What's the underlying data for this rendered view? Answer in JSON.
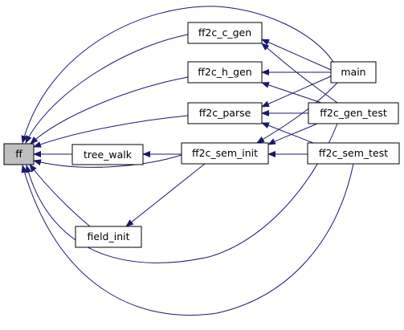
{
  "colors": {
    "edge": "#191970",
    "node_fill": "#ffffff",
    "node_border": "#000000",
    "focus_fill": "#bfbfbf",
    "highlight_border": "#ff0000"
  },
  "nodes": {
    "ff": {
      "label": "ff"
    },
    "tree_walk": {
      "label": "tree_walk"
    },
    "field_init": {
      "label": "field_init"
    },
    "ff2c_c_gen": {
      "label": "ff2c_c_gen"
    },
    "ff2c_h_gen": {
      "label": "ff2c_h_gen"
    },
    "ff2c_parse": {
      "label": "ff2c_parse"
    },
    "ff2c_sem_init": {
      "label": "ff2c_sem_init"
    },
    "main": {
      "label": "main"
    },
    "ff2c_gen_test": {
      "label": "ff2c_gen_test"
    },
    "ff2c_sem_test": {
      "label": "ff2c_sem_test"
    }
  },
  "edges": [
    {
      "from": "tree_walk",
      "to": "ff"
    },
    {
      "from": "field_init",
      "to": "ff"
    },
    {
      "from": "ff2c_c_gen",
      "to": "ff"
    },
    {
      "from": "ff2c_h_gen",
      "to": "ff"
    },
    {
      "from": "ff2c_parse",
      "to": "ff"
    },
    {
      "from": "ff2c_sem_init",
      "to": "ff"
    },
    {
      "from": "main",
      "to": "ff"
    },
    {
      "from": "ff2c_gen_test",
      "to": "ff"
    },
    {
      "from": "ff2c_sem_test",
      "to": "ff"
    },
    {
      "from": "ff2c_sem_init",
      "to": "tree_walk"
    },
    {
      "from": "ff2c_sem_init",
      "to": "field_init"
    },
    {
      "from": "main",
      "to": "ff2c_c_gen"
    },
    {
      "from": "ff2c_gen_test",
      "to": "ff2c_c_gen"
    },
    {
      "from": "main",
      "to": "ff2c_h_gen"
    },
    {
      "from": "ff2c_gen_test",
      "to": "ff2c_h_gen"
    },
    {
      "from": "main",
      "to": "ff2c_parse"
    },
    {
      "from": "ff2c_gen_test",
      "to": "ff2c_parse"
    },
    {
      "from": "ff2c_sem_test",
      "to": "ff2c_parse"
    },
    {
      "from": "main",
      "to": "ff2c_sem_init"
    },
    {
      "from": "ff2c_gen_test",
      "to": "ff2c_sem_init"
    },
    {
      "from": "ff2c_sem_test",
      "to": "ff2c_sem_init"
    }
  ]
}
